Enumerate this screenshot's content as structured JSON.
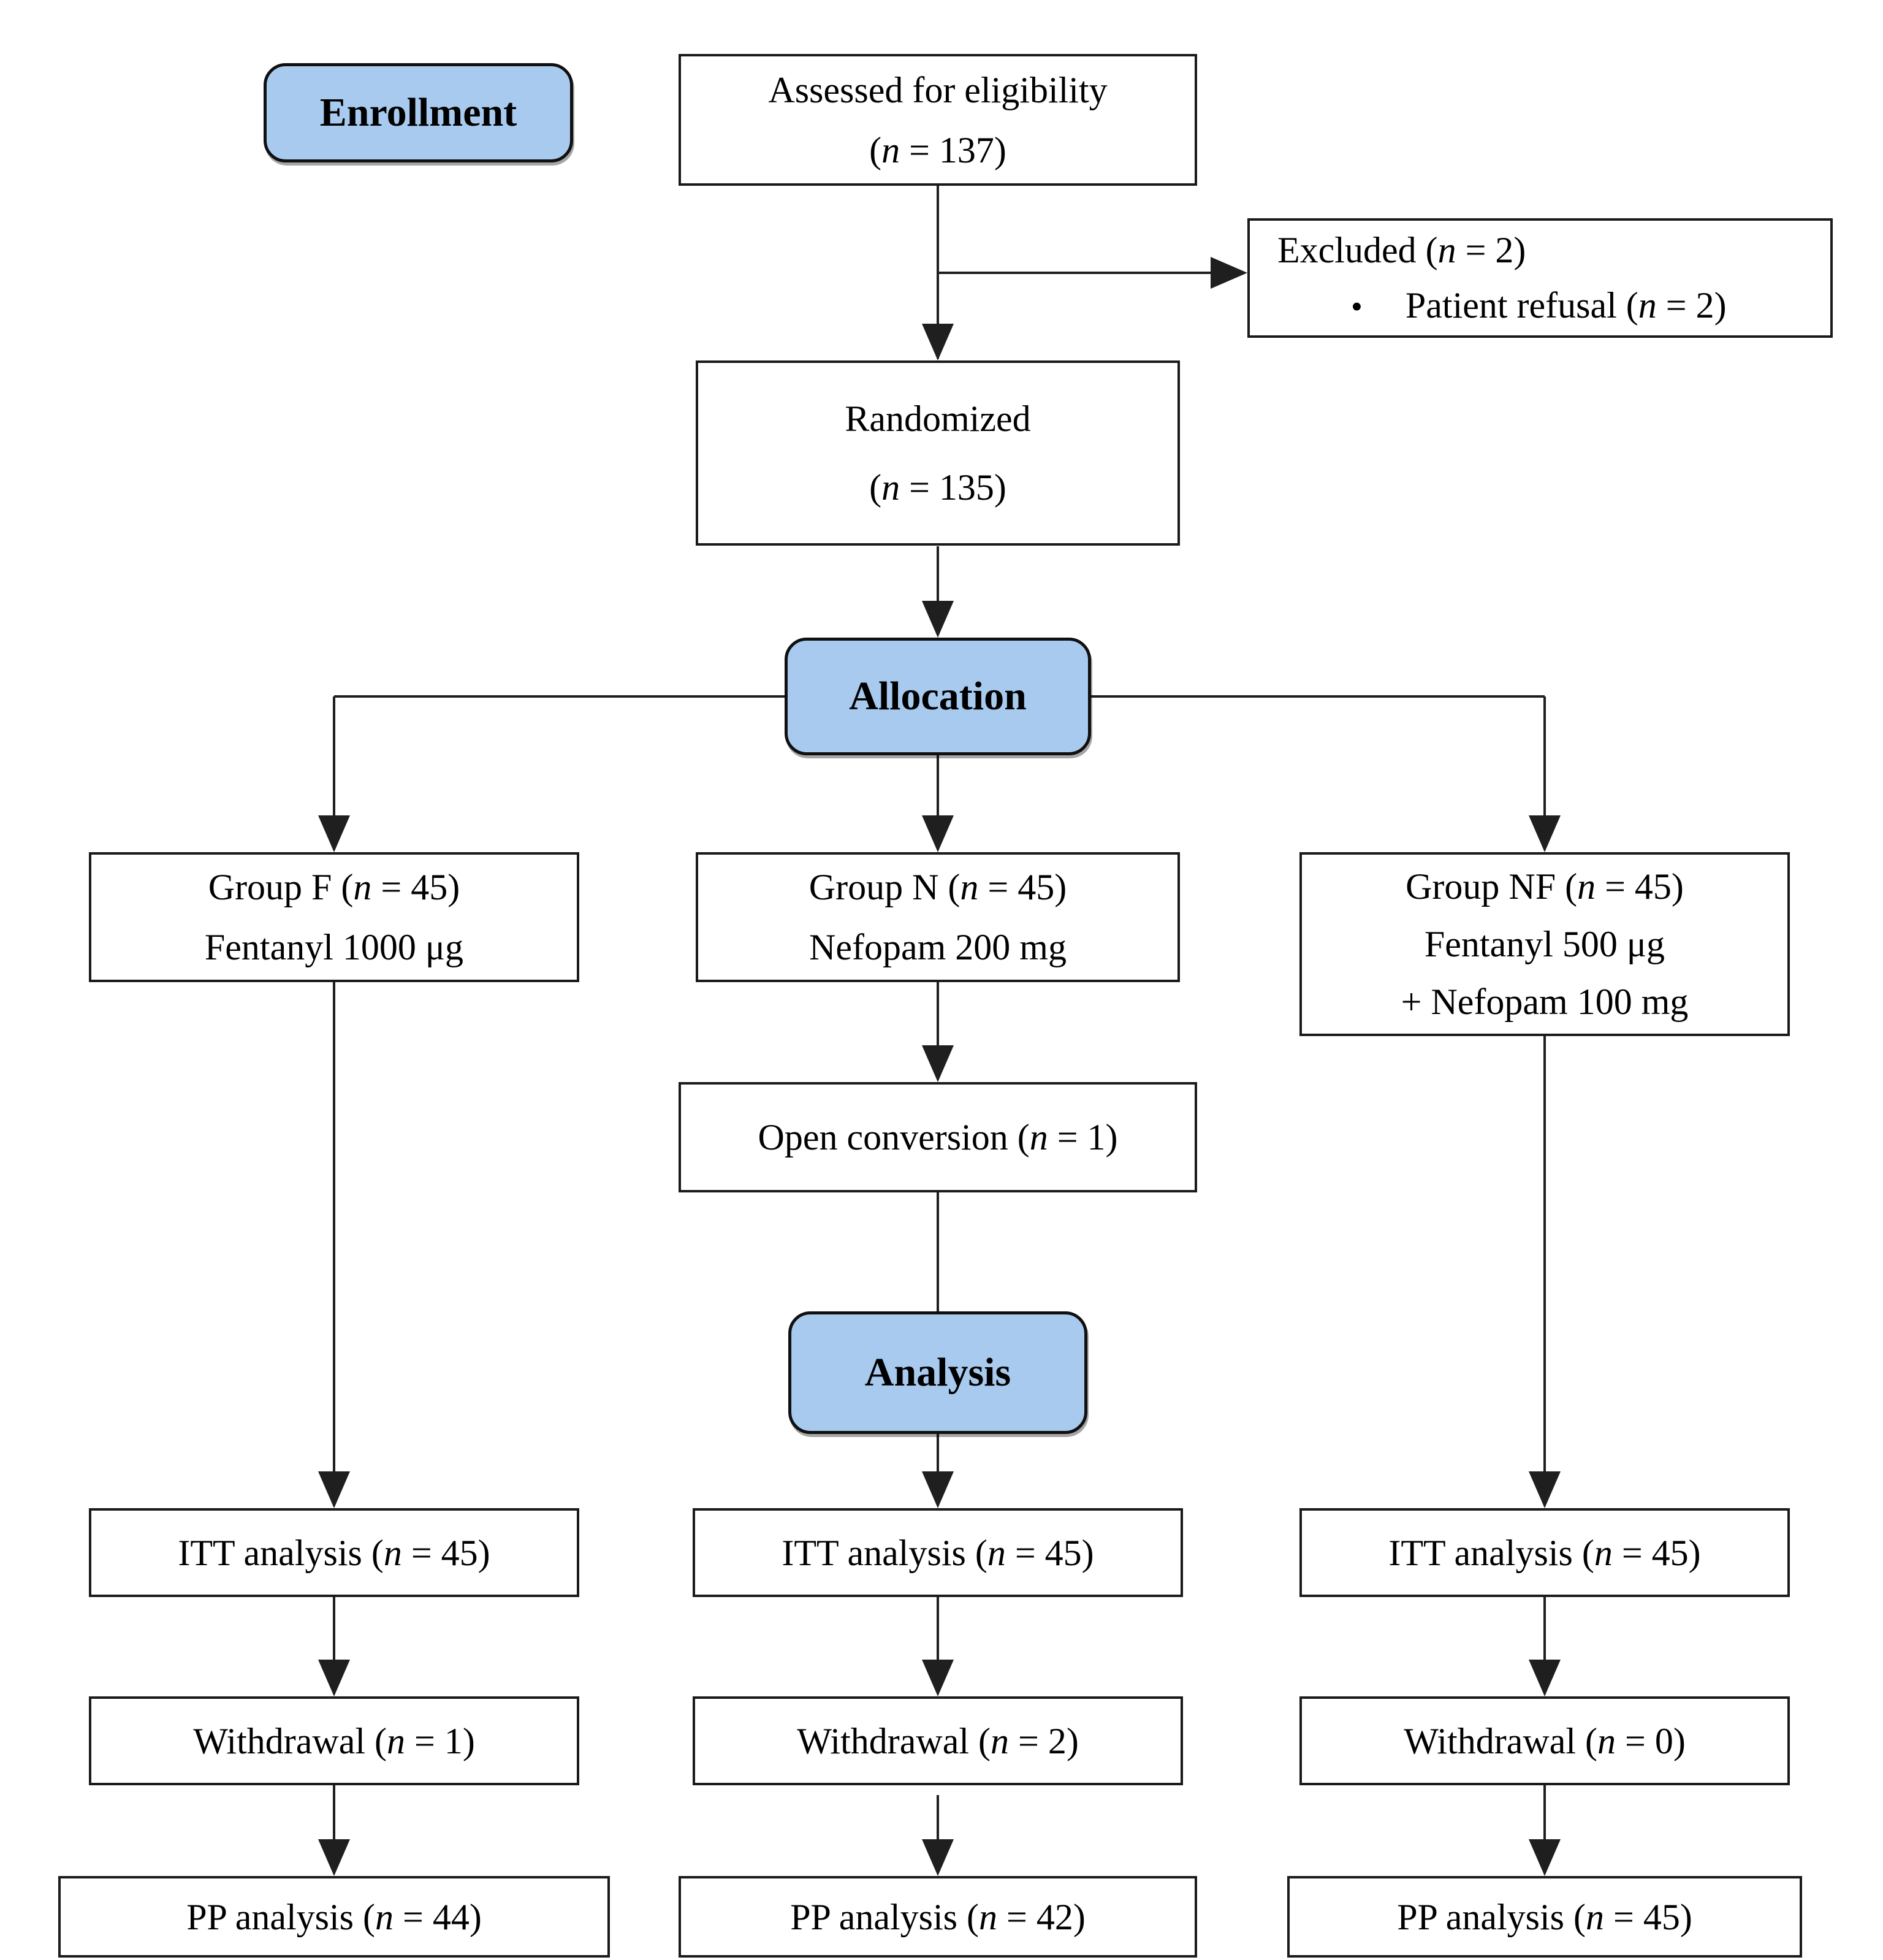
{
  "colors": {
    "stage_fill": "#a8caef",
    "stage_border": "#101010",
    "box_border": "#1a1a1a",
    "box_fill": "#ffffff",
    "line_color": "#1f1f1f",
    "text_color": "#000000",
    "background": "#ffffff"
  },
  "stages": {
    "enrollment": "Enrollment",
    "allocation": "Allocation",
    "analysis": "Analysis"
  },
  "boxes": {
    "assessed": {
      "line1": "Assessed for eligibility",
      "line2": "(n = 137)"
    },
    "excluded": {
      "line1": "Excluded (n = 2)",
      "bullet": "•",
      "bullet_text": "Patient refusal (n = 2)"
    },
    "randomized": {
      "line1": "Randomized",
      "line2": "(n = 135)"
    },
    "group_f": {
      "line1": "Group F (n = 45)",
      "line2": "Fentanyl 1000 μg"
    },
    "group_n": {
      "line1": "Group N (n = 45)",
      "line2": "Nefopam 200 mg"
    },
    "group_nf": {
      "line1": "Group NF (n = 45)",
      "line2": "Fentanyl 500 μg",
      "line3": "+ Nefopam 100 mg"
    },
    "open_conversion": {
      "line1": "Open conversion (n = 1)"
    },
    "itt_f": {
      "line1": "ITT analysis (n = 45)"
    },
    "itt_n": {
      "line1": "ITT analysis (n = 45)"
    },
    "itt_nf": {
      "line1": "ITT analysis (n = 45)"
    },
    "withdrawal_f": {
      "line1": "Withdrawal (n = 1)"
    },
    "withdrawal_n": {
      "line1": "Withdrawal (n = 2)"
    },
    "withdrawal_nf": {
      "line1": "Withdrawal (n = 0)"
    },
    "pp_f": {
      "line1": "PP analysis (n = 44)"
    },
    "pp_n": {
      "line1": "PP analysis (n = 42)"
    },
    "pp_nf": {
      "line1": "PP analysis (n = 45)"
    }
  }
}
